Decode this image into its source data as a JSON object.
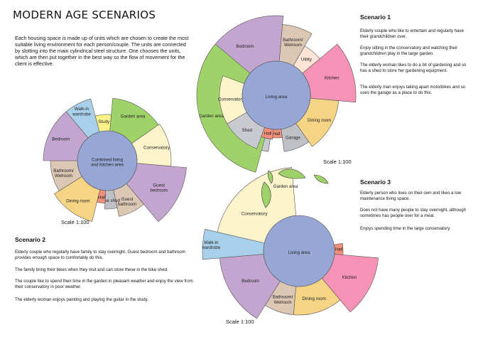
{
  "title": "MODERN AGE SCENARIOS",
  "intro": "Each housing space is made up of units which are chosen to create the most suitable living environment for each person/couple.  The units are connected by slotting into the main cylindrical steel structure.  One chooses the units, which are then put together in the best way so the flow of movement for the client is effective.",
  "scenario1": {
    "heading": "Scenario 1",
    "paragraphs": [
      "Elderly couple who like to entertain and regularly have their grandchildren over.",
      "Enjoy sitting in the conservatory and watching their grandchildren play in the large garden.",
      "The elderly woman likes to do a bit of gardening and so has a shed to store her gardening equipment.",
      "The elderly man enjoys taking apart motorbikes and so uses the garage as a place to do this."
    ],
    "scale": "Scale 1:100",
    "center": "Living area",
    "rooms": [
      "Bedroom",
      "Bathroom/ Wetroom",
      "Utility",
      "Kitchen",
      "Dining room",
      "Garage",
      "Hall",
      "Shed",
      "Conservatory",
      "Garden area"
    ]
  },
  "scenario2": {
    "heading": "Scenario 2",
    "paragraphs": [
      "Elderly couple who regularly have family to stay overnight.  Guest bedroom and bathroom provides enough space to comfortably do this.",
      "The family bring their bikes when they visit and can store these in the bike shed.",
      "The couple like to spend their time in the garden in pleasant weather and enjoy the view from their conservatory in poor weather.",
      "The elderly woman enjoys painting and playing the guitar in the study."
    ],
    "scale": "Scale 1:100",
    "center": "Combined living and kitchen area",
    "rooms": [
      "Walk-in wardrobe",
      "Study",
      "Garden area",
      "Conservatory",
      "Guest bedroom",
      "Guest bathroom",
      "Bike shed",
      "Hall",
      "Dining room",
      "Bathroom/ Wetroom",
      "Bedroom"
    ]
  },
  "scenario3": {
    "heading": "Scenario 3",
    "paragraphs": [
      "Elderly person who lives on their own and likes a low maintenance living space.",
      "Does not have many people to stay overnight, although sometimes has people over for a meal.",
      "Enjoys spending time in the large conservatory."
    ],
    "scale": "Scale 1:100",
    "center": "Living area",
    "rooms": [
      "Garden area",
      "Conservatory",
      "Hall",
      "Kitchen",
      "Dining room",
      "Bathroom/ Wetroom",
      "Bedroom",
      "Walk-in wardrobe"
    ]
  },
  "colors": {
    "bedroom": "#c3a5cf",
    "bathroom": "#dcc6b4",
    "utility": "#fde4d4",
    "kitchen": "#f592b6",
    "dining": "#f6d486",
    "garage": "#bfbfc6",
    "hall": "#f2907c",
    "shed": "#c9c9d0",
    "conservatory": "#fdf4cc",
    "garden": "#9fd36a",
    "wardrobe": "#a8d0ea",
    "study": "#fdf28a",
    "center": "#96a7d6"
  }
}
